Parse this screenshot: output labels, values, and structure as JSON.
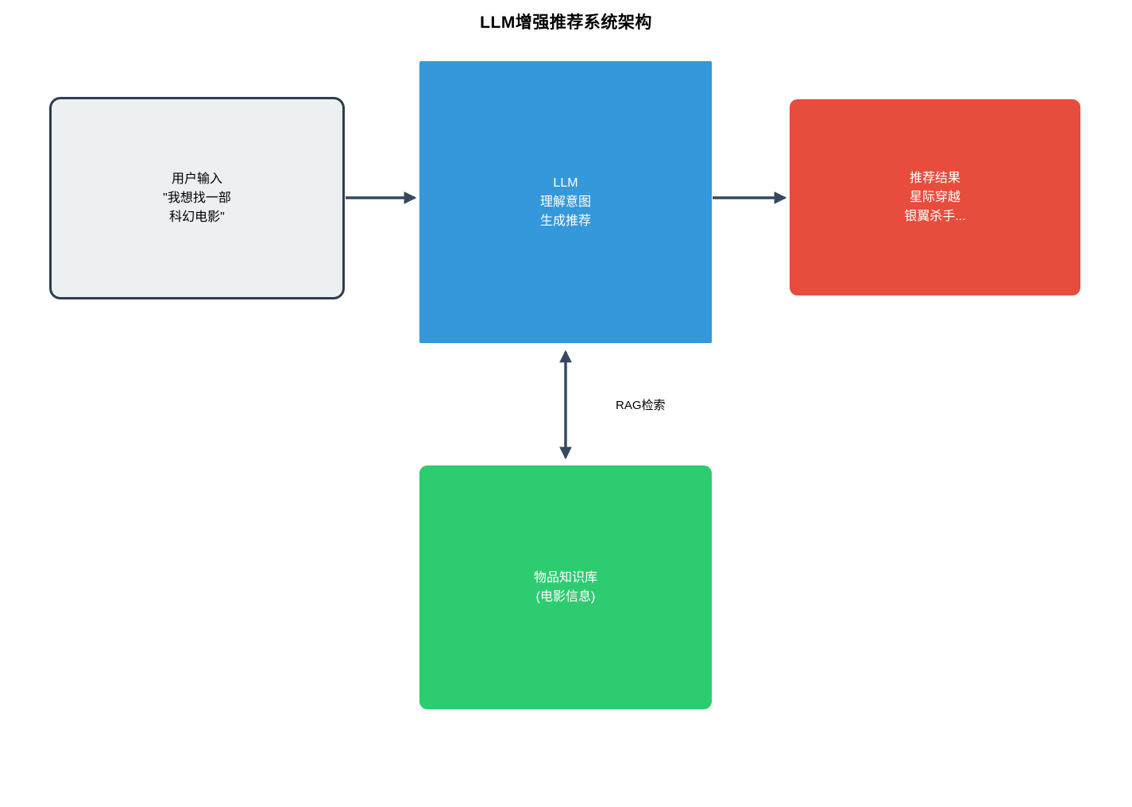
{
  "title": "LLM增强推荐系统架构",
  "colors": {
    "background": "#ffffff",
    "user_input_bg": "#ecf0f1",
    "user_input_border": "#2c3e50",
    "llm_bg": "#3498db",
    "result_bg": "#e74c3c",
    "kb_bg": "#2ecc71",
    "arrow": "#34495e",
    "text_dark": "#000000",
    "text_light": "#ffffff"
  },
  "nodes": {
    "user_input": {
      "label": "用户输入\n\"我想找一部\n科幻电影\""
    },
    "llm": {
      "label": "LLM\n理解意图\n生成推荐"
    },
    "result": {
      "label": "推荐结果\n星际穿越\n银翼杀手..."
    },
    "knowledge_base": {
      "label": "物品知识库\n(电影信息)"
    }
  },
  "edges": {
    "user_to_llm": "用户输入 → LLM",
    "llm_to_result": "LLM → 推荐结果",
    "llm_kb_bidirectional": "LLM ↔ 物品知识库",
    "rag_label": "RAG检索"
  }
}
